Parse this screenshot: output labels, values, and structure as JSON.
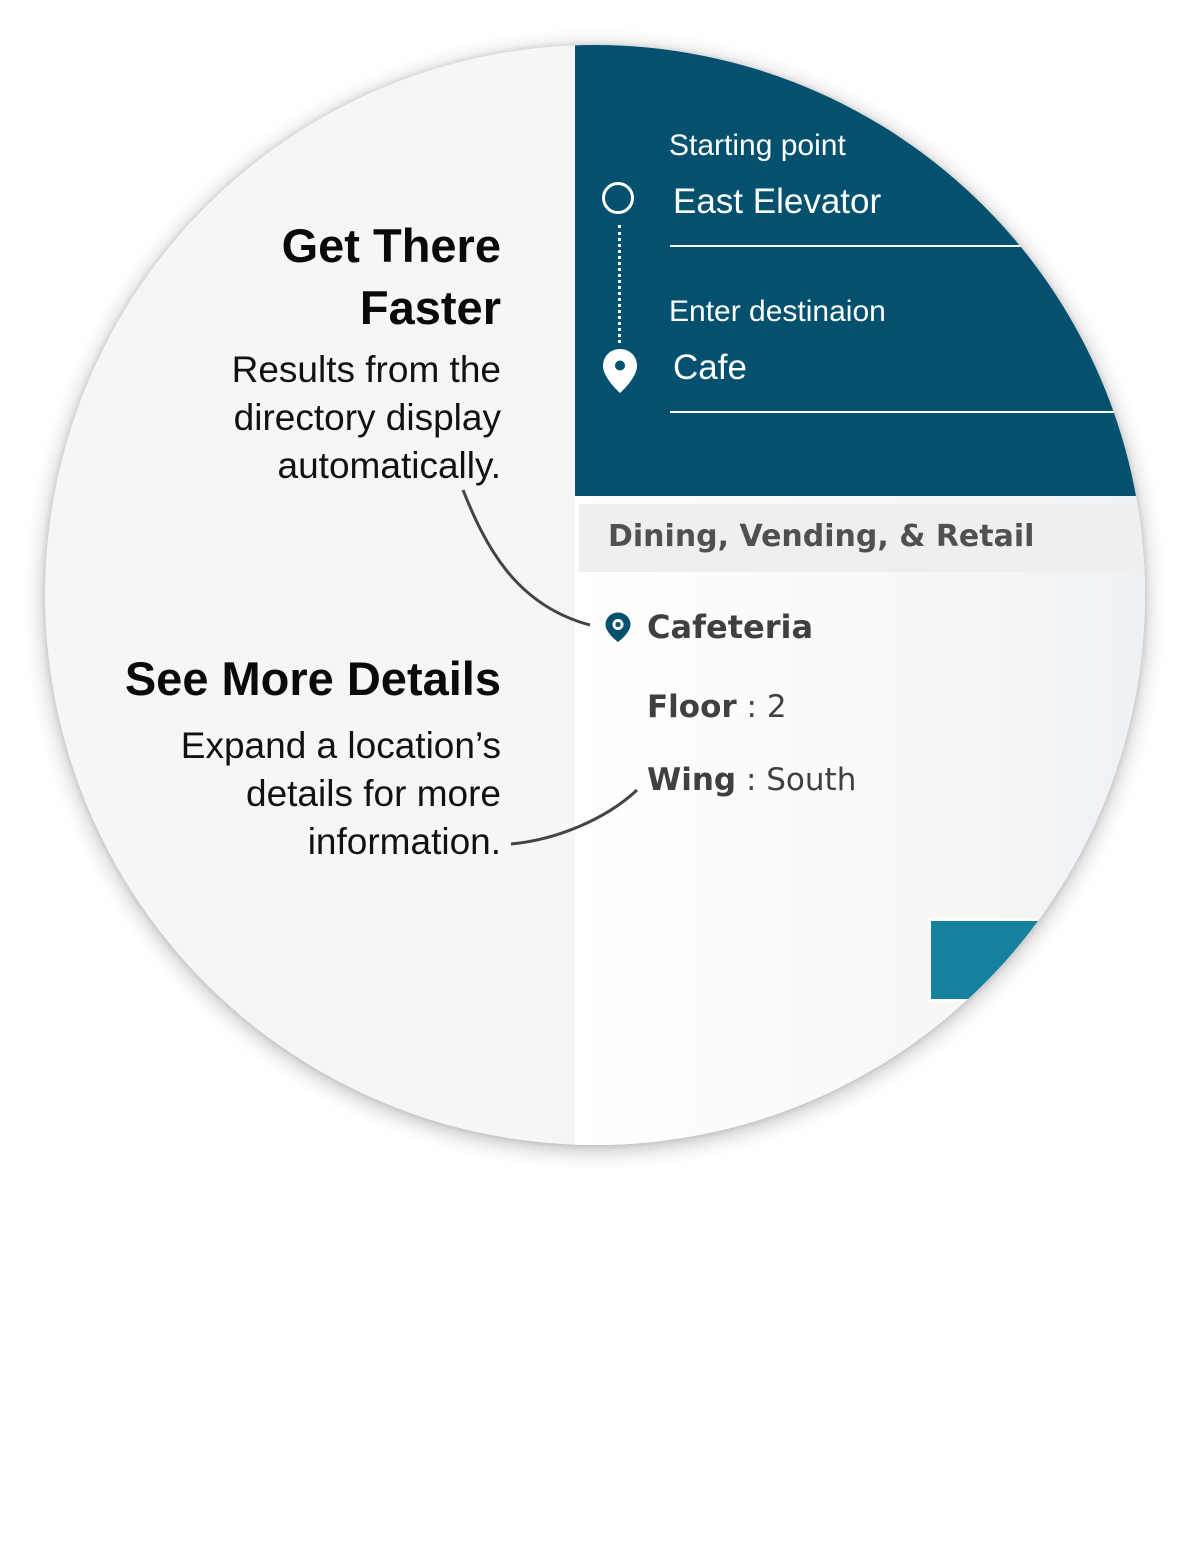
{
  "features": [
    {
      "title_line1": "Get There",
      "title_line2": "Faster",
      "body_line1": "Results from the",
      "body_line2": "directory display",
      "body_line3": "automatically."
    },
    {
      "title_line1": "See More Details",
      "body_line1": "Expand a location’s",
      "body_line2": "details for more",
      "body_line3": "information."
    }
  ],
  "app": {
    "start": {
      "label": "Starting point",
      "value": "East Elevator",
      "icon": "circle-outline-icon"
    },
    "destination": {
      "label": "Enter destinaion",
      "value": "Cafe",
      "icon": "map-pin-icon"
    },
    "category": "Dining, Vending, & Retail",
    "location": {
      "name": "Cafeteria",
      "icon": "map-pin-icon",
      "floor_label": "Floor",
      "floor_value": "2",
      "wing_label": "Wing",
      "wing_value": "South",
      "separator": " : "
    }
  },
  "colors": {
    "header": "#03506f",
    "button": "#16809f",
    "pin": "#03506f",
    "circle_bg": "#f6f6f6"
  }
}
